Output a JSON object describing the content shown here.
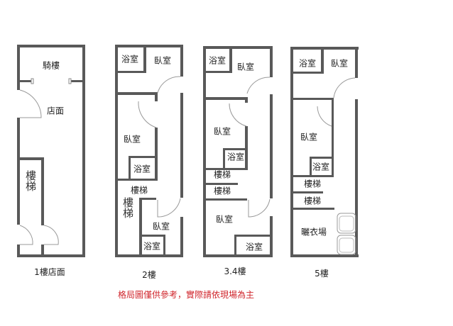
{
  "floors": {
    "f1": {
      "caption": "1樓店面",
      "arcade": "騎樓",
      "shop": "店面",
      "stairs": "樓梯"
    },
    "f2": {
      "caption": "2樓",
      "bath_top": "浴室",
      "bed_top": "臥室",
      "bed_mid": "臥室",
      "bath_mid": "浴室",
      "stairs": "樓梯",
      "stairs_v": "樓梯",
      "bed_bottom": "臥室",
      "bath_bottom": "浴室"
    },
    "f34": {
      "caption": "3.4樓",
      "bath_top": "浴室",
      "bed_top": "臥室",
      "bed_mid": "臥室",
      "bath_mid": "浴室",
      "stairs_1": "樓梯",
      "stairs_2": "樓梯",
      "bed_bottom": "臥室",
      "bath_bottom": "浴室"
    },
    "f5": {
      "caption": "5樓",
      "bath_top": "浴室",
      "bed_top": "臥室",
      "bed_mid": "臥室",
      "bath_mid": "浴室",
      "stairs_1": "樓梯",
      "stairs_2": "樓梯",
      "laundry": "曬衣場"
    }
  },
  "disclaimer": "格局圖僅供參考，實際請依現場為主"
}
